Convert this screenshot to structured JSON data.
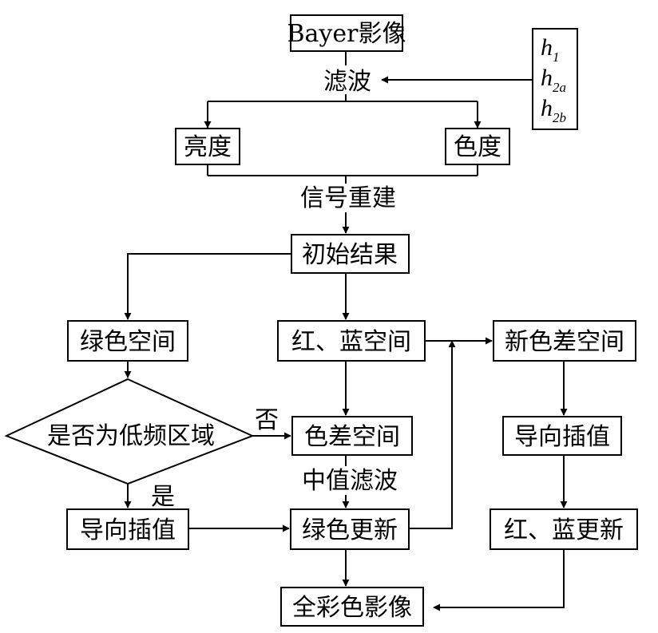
{
  "nodes": {
    "bayer": "Bayer影像",
    "filter": "滤波",
    "filter_h1": "h",
    "filter_h1_sub": "1",
    "filter_h2a": "h",
    "filter_h2a_sub_num": "2",
    "filter_h2a_sub_letter": "a",
    "filter_h2b": "h",
    "filter_h2b_sub_num": "2",
    "filter_h2b_sub_letter": "b",
    "luminance": "亮度",
    "chrominance": "色度",
    "signal_rebuild": "信号重建",
    "initial_result": "初始结果",
    "green_space": "绿色空间",
    "red_blue_space": "红、蓝空间",
    "new_color_diff_space": "新色差空间",
    "low_freq_question": "是否为低频区域",
    "no": "否",
    "yes": "是",
    "color_diff_space": "色差空间",
    "guided_interp_left": "导向插值",
    "guided_interp_right": "导向插值",
    "median_filter": "中值滤波",
    "green_update": "绿色更新",
    "red_blue_update": "红、蓝更新",
    "full_color": "全彩色影像"
  }
}
